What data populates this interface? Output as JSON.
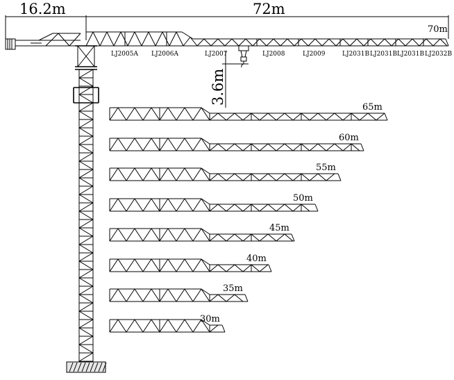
{
  "dimensions": {
    "counter_jib": "16.2m",
    "main_jib": "72m",
    "hook_drop": "3.6m"
  },
  "jib_segments": [
    "LJ2005A",
    "LJ2006A",
    "LJ2007",
    "LJ2008",
    "LJ2009",
    "LJ2031B",
    "LJ2031B",
    "LJ2031B",
    "LJ2032B"
  ],
  "jib_configurations": [
    {
      "label": "70m",
      "length_m": 70
    },
    {
      "label": "65m",
      "length_m": 65
    },
    {
      "label": "60m",
      "length_m": 60
    },
    {
      "label": "55m",
      "length_m": 55
    },
    {
      "label": "50m",
      "length_m": 50
    },
    {
      "label": "45m",
      "length_m": 45
    },
    {
      "label": "40m",
      "length_m": 40
    },
    {
      "label": "35m",
      "length_m": 35
    },
    {
      "label": "30m",
      "length_m": 30
    }
  ]
}
